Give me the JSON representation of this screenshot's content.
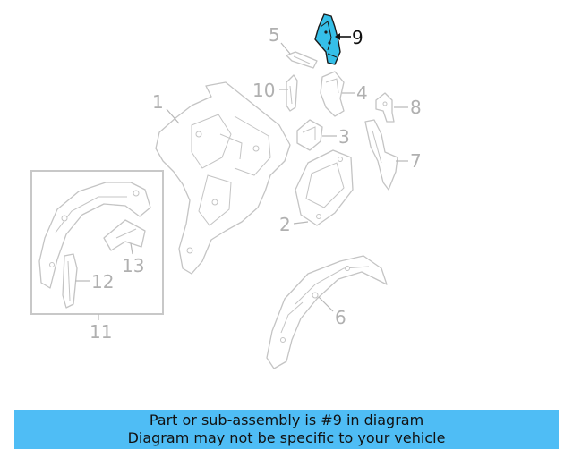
{
  "callouts": {
    "c1": "1",
    "c2": "2",
    "c3": "3",
    "c4": "4",
    "c5": "5",
    "c6": "6",
    "c7": "7",
    "c8": "8",
    "c9": "9",
    "c10": "10",
    "c11": "11",
    "c12": "12",
    "c13": "13"
  },
  "highlighted_part": "9",
  "colors": {
    "highlight": "#35bfe8",
    "banner": "#4fbdf5",
    "callout": "#b0b0b0"
  },
  "banner": {
    "line1": "Part or sub-assembly is #9 in diagram",
    "line2": "Diagram may not be specific to your vehicle"
  }
}
